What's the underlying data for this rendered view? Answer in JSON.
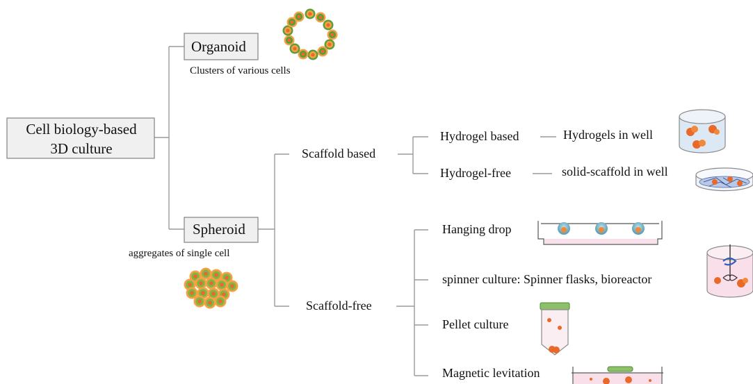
{
  "root": {
    "line1": "Cell biology-based",
    "line2": "3D culture"
  },
  "organoid": {
    "label": "Organoid",
    "caption": "Clusters of various cells"
  },
  "spheroid": {
    "label": "Spheroid",
    "caption": "aggregates of single cell"
  },
  "scaffold_based": {
    "label": "Scaffold based",
    "children": [
      {
        "label": "Hydrogel based",
        "detail": "Hydrogels in well"
      },
      {
        "label": "Hydrogel-free",
        "detail": "solid-scaffold in well"
      }
    ]
  },
  "scaffold_free": {
    "label": "Scaffold-free",
    "children": [
      {
        "label": "Hanging drop"
      },
      {
        "label": "spinner culture: Spinner flasks, bioreactor"
      },
      {
        "label": "Pellet culture"
      },
      {
        "label": "Magnetic levitation"
      }
    ]
  },
  "colors": {
    "line": "#9a9a9a",
    "box_fill": "#f0f0f0",
    "cell_orange": "#f5a142",
    "cell_green": "#5a9e3c",
    "cell_core": "#e8692a",
    "well_fill": "#dde8f5",
    "medium_pink": "#f9dfe9"
  }
}
